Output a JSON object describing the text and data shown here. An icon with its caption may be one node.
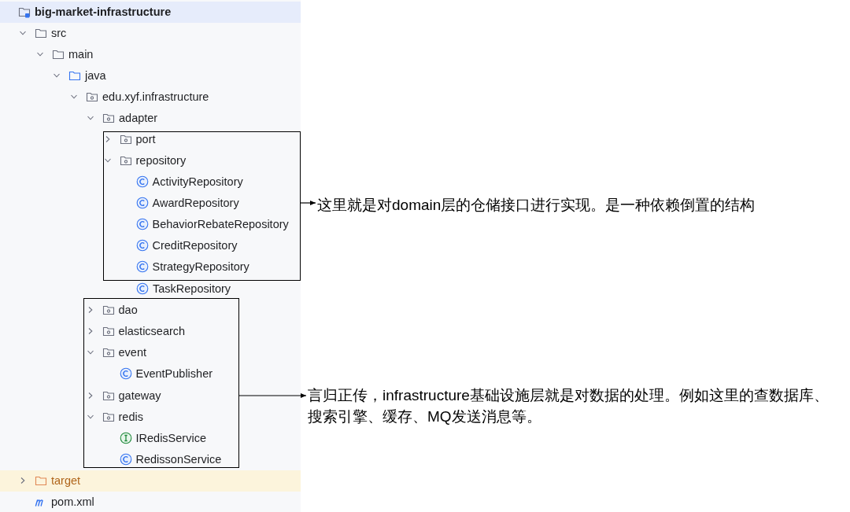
{
  "diagram": {
    "nodes": [
      {
        "text": [
          "big-market-infrastructure"
        ]
      },
      {
        "text": [
          "src"
        ]
      },
      {
        "text": [
          "main"
        ]
      },
      {
        "text": [
          "java"
        ]
      },
      {
        "text": [
          "edu.xyf.infrastructure"
        ]
      },
      {
        "text": [
          "adapter"
        ]
      },
      {
        "text": [],
        "shape": "box"
      },
      {
        "text": [
          "port"
        ],
        "in": 6
      },
      {
        "text": [
          "repository"
        ],
        "in": 6
      },
      {
        "text": [
          "ActivityRepository"
        ],
        "in": 6
      },
      {
        "text": [
          "AwardRepository"
        ],
        "in": 6
      },
      {
        "text": [
          "BehaviorRebateRepository"
        ],
        "in": 6
      },
      {
        "text": [
          "CreditRepository"
        ],
        "in": 6
      },
      {
        "text": [
          "StrategyRepository"
        ],
        "in": 6
      },
      {
        "text": [
          "TaskRepository"
        ]
      },
      {
        "text": [],
        "shape": "box"
      },
      {
        "text": [
          "dao"
        ],
        "in": 15
      },
      {
        "text": [
          "elasticsearch"
        ],
        "in": 15
      },
      {
        "text": [
          "event"
        ],
        "in": 15
      },
      {
        "text": [
          "EventPublisher"
        ],
        "in": 15
      },
      {
        "text": [
          "gateway"
        ],
        "in": 15
      },
      {
        "text": [
          "redis"
        ],
        "in": 15
      },
      {
        "text": [
          "IRedisService"
        ],
        "in": 15
      },
      {
        "text": [
          "RedissonService"
        ],
        "in": 15
      },
      {
        "text": [
          "target"
        ]
      },
      {
        "text": [
          "pom.xml"
        ]
      },
      {
        "text": [
          "这里就是对domain层的仓储接口进行实现。是一种依赖倒置的结构"
        ]
      },
      {
        "text": [
          "言归正传，infrastructure基础设施层就是对数据的处理。例如这里的查数据库、搜索引擎、缓存、MQ发送消息等。"
        ]
      }
    ],
    "edges": [
      {
        "from": 6,
        "to": 26,
        "arrow": "to"
      },
      {
        "from": 15,
        "to": 27,
        "arrow": "to"
      }
    ]
  }
}
